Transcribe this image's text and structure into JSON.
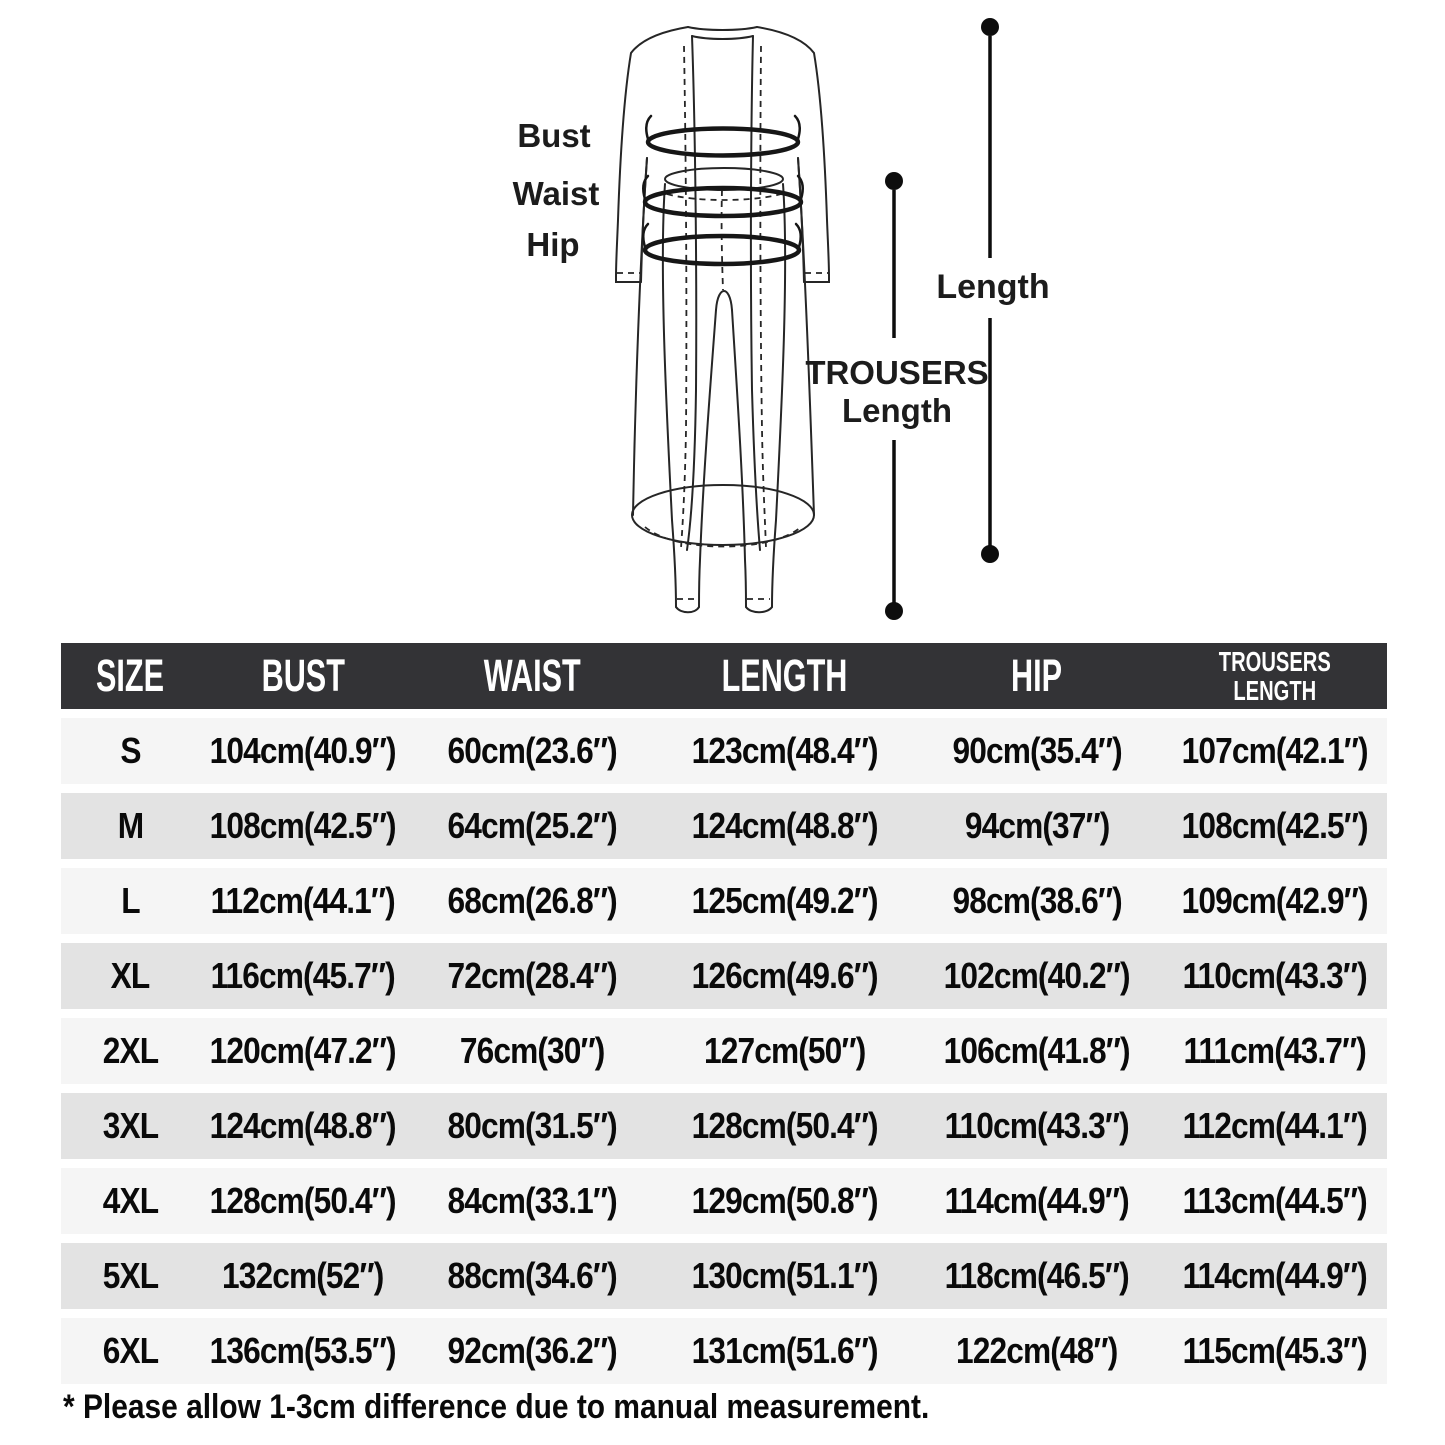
{
  "figure": {
    "labels": {
      "bust": "Bust",
      "waist": "Waist",
      "hip": "Hip",
      "length": "Length",
      "trousers_line1": "TROUSERS",
      "trousers_line2": "Length"
    }
  },
  "table": {
    "headers": [
      "SIZE",
      "BUST",
      "WAIST",
      "LENGTH",
      "HIP",
      {
        "line1": "TROUSERS",
        "line2": "LENGTH"
      }
    ],
    "rows": [
      {
        "size": "S",
        "bust": "104cm(40.9″)",
        "waist": "60cm(23.6″)",
        "length": "123cm(48.4″)",
        "hip": "90cm(35.4″)",
        "trousers": "107cm(42.1″)"
      },
      {
        "size": "M",
        "bust": "108cm(42.5″)",
        "waist": "64cm(25.2″)",
        "length": "124cm(48.8″)",
        "hip": "94cm(37″)",
        "trousers": "108cm(42.5″)"
      },
      {
        "size": "L",
        "bust": "112cm(44.1″)",
        "waist": "68cm(26.8″)",
        "length": "125cm(49.2″)",
        "hip": "98cm(38.6″)",
        "trousers": "109cm(42.9″)"
      },
      {
        "size": "XL",
        "bust": "116cm(45.7″)",
        "waist": "72cm(28.4″)",
        "length": "126cm(49.6″)",
        "hip": "102cm(40.2″)",
        "trousers": "110cm(43.3″)"
      },
      {
        "size": "2XL",
        "bust": "120cm(47.2″)",
        "waist": "76cm(30″)",
        "length": "127cm(50″)",
        "hip": "106cm(41.8″)",
        "trousers": "111cm(43.7″)"
      },
      {
        "size": "3XL",
        "bust": "124cm(48.8″)",
        "waist": "80cm(31.5″)",
        "length": "128cm(50.4″)",
        "hip": "110cm(43.3″)",
        "trousers": "112cm(44.1″)"
      },
      {
        "size": "4XL",
        "bust": "128cm(50.4″)",
        "waist": "84cm(33.1″)",
        "length": "129cm(50.8″)",
        "hip": "114cm(44.9″)",
        "trousers": "113cm(44.5″)"
      },
      {
        "size": "5XL",
        "bust": "132cm(52″)",
        "waist": "88cm(34.6″)",
        "length": "130cm(51.1″)",
        "hip": "118cm(46.5″)",
        "trousers": "114cm(44.9″)"
      },
      {
        "size": "6XL",
        "bust": "136cm(53.5″)",
        "waist": "92cm(36.2″)",
        "length": "131cm(51.6″)",
        "hip": "122cm(48″)",
        "trousers": "115cm(45.3″)"
      }
    ]
  },
  "footnote": "* Please allow 1-3cm difference due to manual measurement.",
  "colors": {
    "header_bg": "#333336",
    "header_text": "#ffffff",
    "row_light": "#f5f5f5",
    "row_alt": "#e3e3e3",
    "text": "#0a0a0a",
    "line_art": "#262626"
  }
}
